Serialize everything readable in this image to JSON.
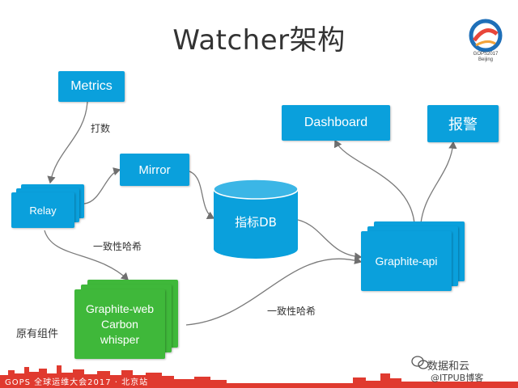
{
  "title": "Watcher架构",
  "logo": {
    "line1": "GOPS2017",
    "line2": "Beijing"
  },
  "nodes": {
    "metrics": "Metrics",
    "relay": "Relay",
    "mirror": "Mirror",
    "db": "指标DB",
    "dashboard": "Dashboard",
    "alarm": "报警",
    "graphite_api": "Graphite-api",
    "graphite_web": [
      "Graphite-web",
      "Carbon",
      "whisper"
    ]
  },
  "edge_labels": {
    "dadian": "打数",
    "hash1": "一致性哈希",
    "hash2": "一致性哈希"
  },
  "side_label": "原有组件",
  "footer": "GOPS 全球运维大会2017 · 北京站",
  "watermark": {
    "main": "数据和云",
    "sub": "@ITPUB博客"
  },
  "colors": {
    "node": "#0aa0dc",
    "arrow": "#707070",
    "legacy": "#3fb83a",
    "skyline": "#e03a2f"
  }
}
